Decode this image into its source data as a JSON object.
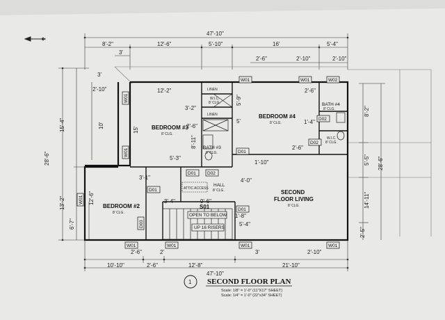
{
  "dimensions": {
    "overall_top": "47'-10\"",
    "overall_bottom": "47'-10\"",
    "top_row": [
      "8'-2\"",
      "12'-6\"",
      "5'-10\"",
      "16'",
      "5'-4\""
    ],
    "top_small": [
      "3'",
      "2'-6\"",
      "2'-10\"",
      "2'-10\""
    ],
    "left_outer": "28'-6\"",
    "left_mid": [
      "15'-4\"",
      "13'-2\""
    ],
    "left_inner": [
      "3'",
      "2'-10\"",
      "10'",
      "12'-6\"",
      "6'-7\""
    ],
    "right_outer": "28'-6\"",
    "right_mid": [
      "8'-2\"",
      "5'-5\"",
      "14'-11\"",
      "2'-5\""
    ],
    "bottom_row": [
      "10'-10\"",
      "2'-6\"",
      "12'-8\"",
      "21'-10\""
    ],
    "bottom_small": [
      "2'-6\"",
      "2'",
      "3'",
      "2'-10\""
    ],
    "interior": [
      "12'-2\"",
      "15'",
      "3'-2\"",
      "2'-6\"",
      "8'-11\"",
      "5'-3\"",
      "5'-9\"",
      "5'",
      "2'-6\"",
      "1'-4\"",
      "2'-6\"",
      "1'-10\"",
      "3'-1\"",
      "4'-0\"",
      "3'-4\"",
      "9'-6\"",
      "1'-8\"",
      "5'-4\""
    ]
  },
  "rooms": {
    "bedroom3": {
      "name": "BEDROOM #3",
      "clg": "8' CLG."
    },
    "bedroom4": {
      "name": "BEDROOM #4",
      "clg": "8' CLG."
    },
    "bedroom2": {
      "name": "BEDROOM #2",
      "clg": "8' CLG."
    },
    "living": {
      "name1": "SECOND",
      "name2": "FLOOR LIVING",
      "clg": "8' CLG."
    },
    "bath3": {
      "name": "BATH #3",
      "clg": "8' CLG."
    },
    "bath4": {
      "name": "BATH #4",
      "clg": "8' CLG."
    },
    "hall": {
      "name": "HALL",
      "clg": "8' CLG."
    },
    "wic1": {
      "name": "W.I.C.",
      "clg": "8' CLG."
    },
    "wic2": {
      "name": "W.I.C.",
      "clg": "8' CLG."
    },
    "linen": [
      "LINEN",
      "LINEN"
    ],
    "stair_up": "UP 16 RISERS",
    "open_below": "OPEN TO BELOW",
    "stair_tag": "S01",
    "attic": "ATTIC ACCESS"
  },
  "tags": {
    "windows": [
      "W01",
      "W01",
      "W02",
      "W01",
      "W01",
      "W01",
      "W01",
      "W01",
      "W01"
    ],
    "doors": [
      "D01",
      "D01",
      "D02",
      "D01",
      "D02",
      "D02",
      "D03",
      "D01"
    ]
  },
  "title_block": {
    "number": "1",
    "title": "SECOND FLOOR PLAN",
    "scale1": "Scale: 1/8\" = 1'-0\" (11\"X17\" SHEET)",
    "scale2": "Scale: 1/4\" = 1'-0\" (22\"x34\" SHEET)"
  },
  "colors": {
    "paper": "#eeeeea",
    "ink": "#1a1a1a",
    "background": "#d9d9d7"
  }
}
